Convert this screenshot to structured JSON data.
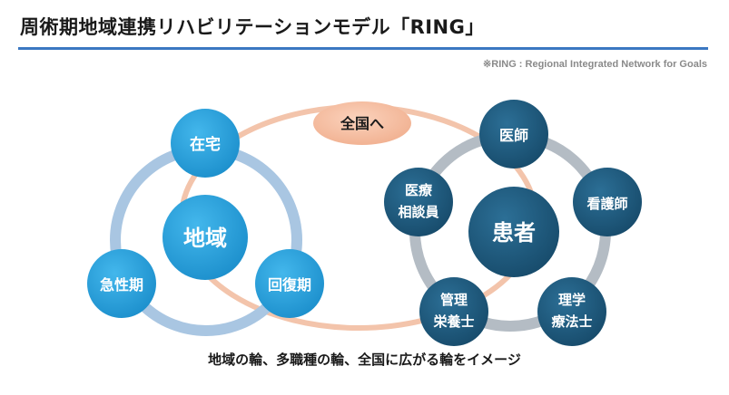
{
  "header": {
    "title": "周術期地域連携リハビリテーションモデル「RING」",
    "note": "※RING : Regional Integrated Network for Goals"
  },
  "national_label": "全国へ",
  "local_ring": {
    "center": "地域",
    "nodes": [
      "在宅",
      "急性期",
      "回復期"
    ]
  },
  "professional_ring": {
    "center": "患者",
    "nodes": [
      [
        "医師"
      ],
      [
        "看護師"
      ],
      [
        "理学",
        "療法士"
      ],
      [
        "管理",
        "栄養士"
      ],
      [
        "医療",
        "相談員"
      ]
    ]
  },
  "caption": "地域の輪、多職種の輪、全国に広がる輪をイメージ",
  "colors": {
    "accent_rule": "#3b78c2",
    "local_blue": "#2a9fd8",
    "professional_navy": "#1f5a7e",
    "national_peach": "#f5bfa3"
  }
}
